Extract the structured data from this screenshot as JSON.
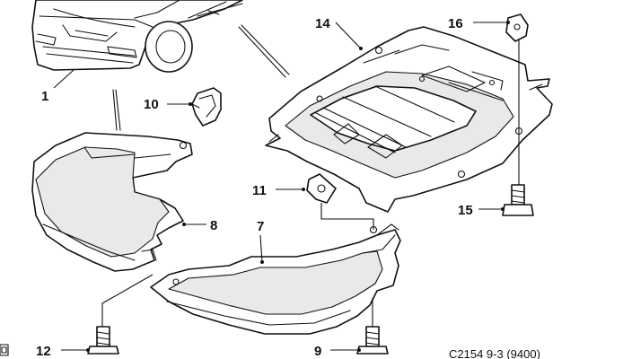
{
  "diagram": {
    "callouts": {
      "c1": "1",
      "c7": "7",
      "c8": "8",
      "c9": "9",
      "c10": "10",
      "c11": "11",
      "c12": "12",
      "c14": "14",
      "c15": "15",
      "c16": "16"
    },
    "reference_code": "C2154 9-3 (9400)"
  },
  "colors": {
    "line": "#111111",
    "shade": "#e9e9e9",
    "background": "#ffffff"
  },
  "icons": [
    "car-front-icon",
    "bolt-icon",
    "clip-nut-icon",
    "bracket-icon",
    "corner-box-icon"
  ]
}
